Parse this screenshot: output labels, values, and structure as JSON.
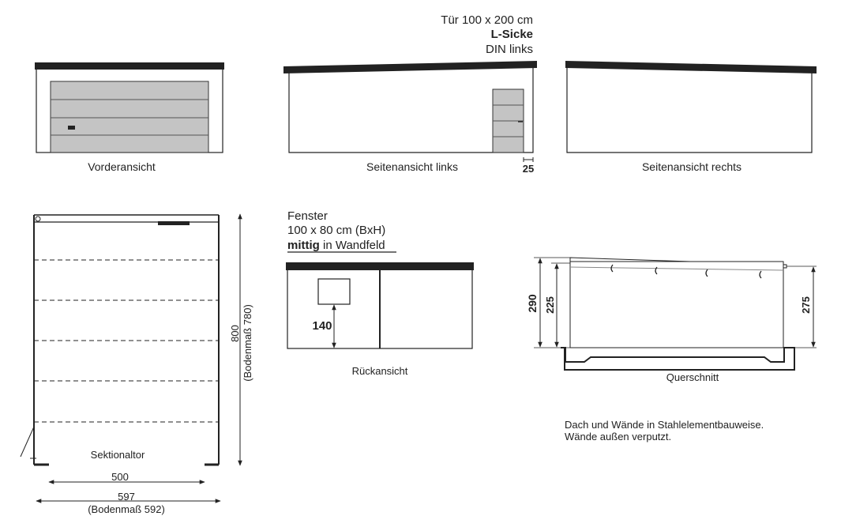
{
  "door_note": {
    "line1": "Tür 100 x 200 cm",
    "line2": "L-Sicke",
    "line3": "DIN links"
  },
  "views": {
    "front": "Vorderansicht",
    "side_left": "Seitenansicht links",
    "side_right": "Seitenansicht rechts",
    "rear": "Rückansicht",
    "cross_section": "Querschnitt"
  },
  "dims": {
    "door_offset": "25",
    "window_height_from_floor": "140",
    "h_290": "290",
    "h_225": "225",
    "h_275": "275",
    "plan_length": "800",
    "plan_length_floor": "(Bodenmaß 780)",
    "gate_width": "500",
    "plan_width": "597",
    "plan_width_floor": "(Bodenmaß 592)"
  },
  "window_note": {
    "line1": "Fenster",
    "line2": "100 x 80 cm (BxH)",
    "line3_bold": "mittig",
    "line3_rest": " in Wandfeld"
  },
  "plan": {
    "gate_label": "Sektionaltor"
  },
  "construction_note": {
    "line1": "Dach und Wände in Stahlelementbauweise.",
    "line2": "Wände außen verputzt."
  },
  "colors": {
    "roof": "#222222",
    "gate_fill": "#c4c4c4",
    "line": "#222222"
  }
}
